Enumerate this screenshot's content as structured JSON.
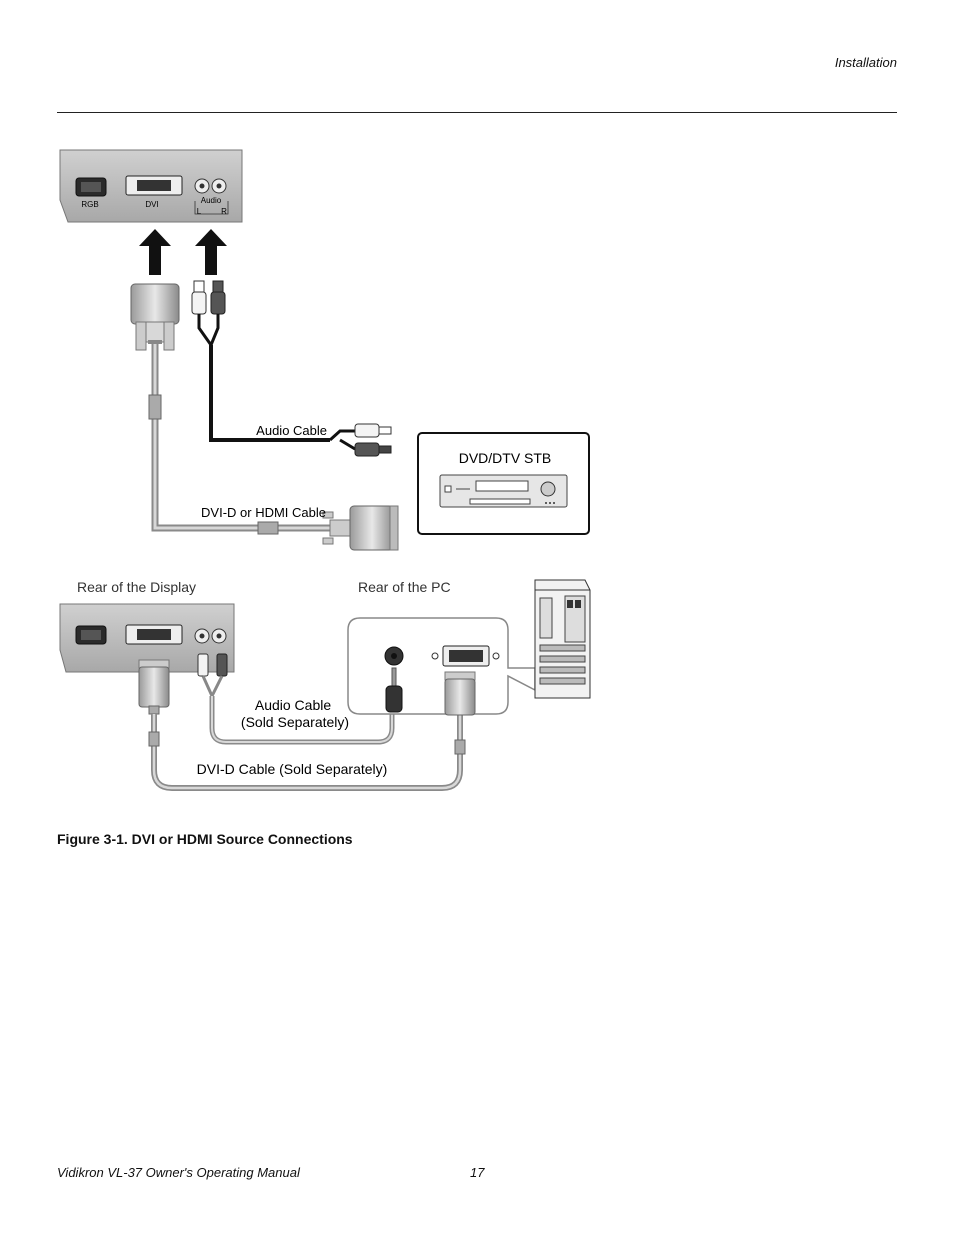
{
  "header": {
    "section": "Installation"
  },
  "figure": {
    "panel_labels": {
      "rgb": "RGB",
      "dvi": "DVI",
      "audio": "Audio",
      "left": "L",
      "right": "R"
    },
    "top": {
      "audio_cable": "Audio Cable",
      "dvi_cable": "DVI-D or HDMI Cable",
      "source_device": "DVD/DTV STB"
    },
    "bottom": {
      "rear_display": "Rear of the Display",
      "rear_pc": "Rear of the PC",
      "audio_cable_line1": "Audio Cable",
      "audio_cable_line2": "(Sold Separately)",
      "dvi_cable": "DVI-D Cable (Sold Separately)"
    }
  },
  "caption": "Figure 3-1. DVI or HDMI Source Connections",
  "footer": {
    "manual_title": "Vidikron VL-37 Owner's Operating Manual",
    "page_number": "17"
  }
}
